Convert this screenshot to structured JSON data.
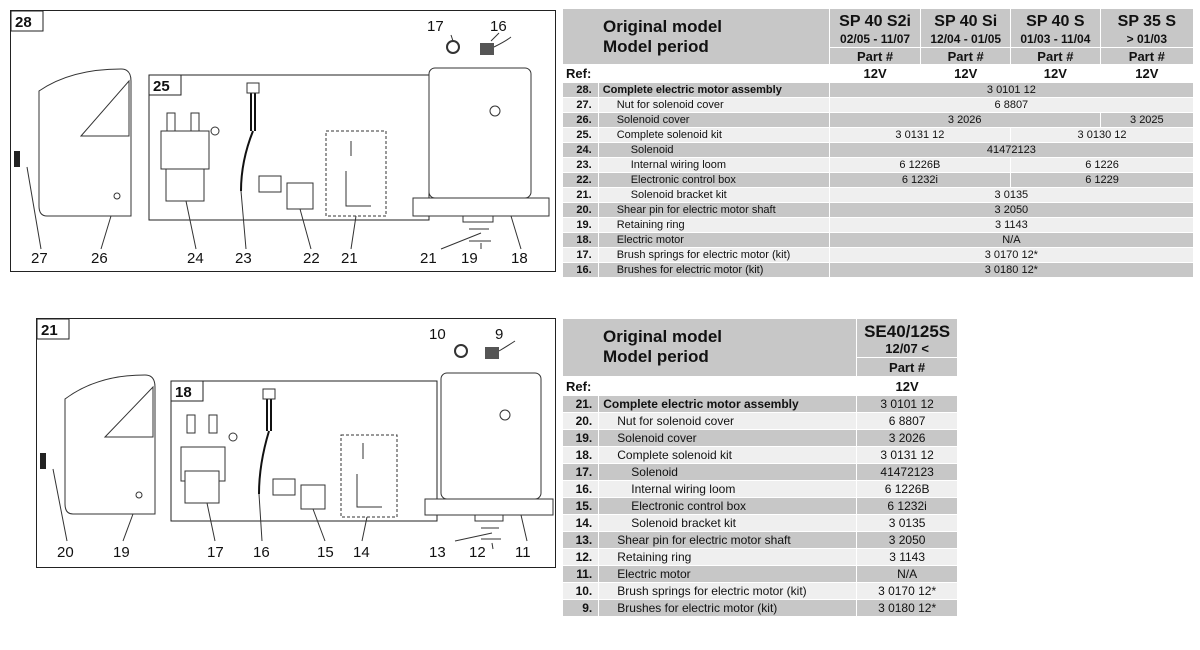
{
  "diagram1": {
    "box_label": "28",
    "inset_label": "25",
    "callouts": [
      "17",
      "16",
      "27",
      "26",
      "24",
      "23",
      "22",
      "21",
      "21",
      "19",
      "18"
    ]
  },
  "diagram2": {
    "box_label": "21",
    "inset_label": "18",
    "callouts": [
      "10",
      "9",
      "20",
      "19",
      "17",
      "16",
      "15",
      "14",
      "13",
      "12",
      "11"
    ]
  },
  "table1": {
    "header_line1": "Original model",
    "header_line2": "Model period",
    "ref_label": "Ref:",
    "models": [
      {
        "name": "SP 40 S2i",
        "period": "02/05 - 11/07",
        "part": "Part #",
        "voltage": "12V"
      },
      {
        "name": "SP 40 Si",
        "period": "12/04 - 01/05",
        "part": "Part #",
        "voltage": "12V"
      },
      {
        "name": "SP 40 S",
        "period": "01/03 - 11/04",
        "part": "Part #",
        "voltage": "12V"
      },
      {
        "name": "SP 35 S",
        "period": "> 01/03",
        "part": "Part #",
        "voltage": "12V"
      }
    ],
    "rows": [
      {
        "ref": "28.",
        "desc": "Complete electric motor assembly",
        "main": true,
        "indent": 0,
        "values": [
          {
            "text": "3 0101 12",
            "span": 4
          }
        ]
      },
      {
        "ref": "27.",
        "desc": "Nut for solenoid cover",
        "indent": 1,
        "values": [
          {
            "text": "6 8807",
            "span": 4
          }
        ]
      },
      {
        "ref": "26.",
        "desc": "Solenoid cover",
        "indent": 1,
        "values": [
          {
            "text": "3 2026",
            "span": 3
          },
          {
            "text": "3 2025",
            "span": 1
          }
        ]
      },
      {
        "ref": "25.",
        "desc": "Complete solenoid kit",
        "indent": 1,
        "values": [
          {
            "text": "3 0131 12",
            "span": 2
          },
          {
            "text": "3 0130 12",
            "span": 2
          }
        ]
      },
      {
        "ref": "24.",
        "desc": "Solenoid",
        "indent": 2,
        "values": [
          {
            "text": "41472123",
            "span": 4
          }
        ]
      },
      {
        "ref": "23.",
        "desc": "Internal wiring loom",
        "indent": 2,
        "values": [
          {
            "text": "6 1226B",
            "span": 2
          },
          {
            "text": "6 1226",
            "span": 2
          }
        ]
      },
      {
        "ref": "22.",
        "desc": "Electronic control box",
        "indent": 2,
        "values": [
          {
            "text": "6 1232i",
            "span": 2
          },
          {
            "text": "6 1229",
            "span": 2
          }
        ]
      },
      {
        "ref": "21.",
        "desc": "Solenoid bracket kit",
        "indent": 2,
        "values": [
          {
            "text": "3 0135",
            "span": 4
          }
        ]
      },
      {
        "ref": "20.",
        "desc": "Shear pin for electric motor shaft",
        "indent": 1,
        "values": [
          {
            "text": "3 2050",
            "span": 4
          }
        ]
      },
      {
        "ref": "19.",
        "desc": "Retaining ring",
        "indent": 1,
        "values": [
          {
            "text": "3 1143",
            "span": 4
          }
        ]
      },
      {
        "ref": "18.",
        "desc": "Electric motor",
        "indent": 1,
        "values": [
          {
            "text": "N/A",
            "span": 4
          }
        ]
      },
      {
        "ref": "17.",
        "desc": "Brush springs for electric motor (kit)",
        "indent": 1,
        "values": [
          {
            "text": "3 0170 12*",
            "span": 4
          }
        ]
      },
      {
        "ref": "16.",
        "desc": "Brushes for electric motor (kit)",
        "indent": 1,
        "values": [
          {
            "text": "3 0180 12*",
            "span": 4
          }
        ]
      }
    ]
  },
  "table2": {
    "header_line1": "Original model",
    "header_line2": "Model period",
    "ref_label": "Ref:",
    "models": [
      {
        "name": "SE40/125S",
        "period": "12/07 <",
        "part": "Part #",
        "voltage": "12V"
      }
    ],
    "rows": [
      {
        "ref": "21.",
        "desc": "Complete electric motor assembly",
        "main": true,
        "indent": 0,
        "values": [
          {
            "text": "3 0101 12",
            "span": 1
          }
        ]
      },
      {
        "ref": "20.",
        "desc": "Nut for solenoid cover",
        "indent": 1,
        "values": [
          {
            "text": "6 8807",
            "span": 1
          }
        ]
      },
      {
        "ref": "19.",
        "desc": "Solenoid cover",
        "indent": 1,
        "values": [
          {
            "text": "3 2026",
            "span": 1
          }
        ]
      },
      {
        "ref": "18.",
        "desc": "Complete solenoid kit",
        "indent": 1,
        "values": [
          {
            "text": "3 0131 12",
            "span": 1
          }
        ]
      },
      {
        "ref": "17.",
        "desc": "Solenoid",
        "indent": 2,
        "values": [
          {
            "text": "41472123",
            "span": 1
          }
        ]
      },
      {
        "ref": "16.",
        "desc": "Internal wiring loom",
        "indent": 2,
        "values": [
          {
            "text": "6 1226B",
            "span": 1
          }
        ]
      },
      {
        "ref": "15.",
        "desc": "Electronic control box",
        "indent": 2,
        "values": [
          {
            "text": "6 1232i",
            "span": 1
          }
        ]
      },
      {
        "ref": "14.",
        "desc": "Solenoid bracket kit",
        "indent": 2,
        "values": [
          {
            "text": "3 0135",
            "span": 1
          }
        ]
      },
      {
        "ref": "13.",
        "desc": "Shear pin for electric motor shaft",
        "indent": 1,
        "values": [
          {
            "text": "3 2050",
            "span": 1
          }
        ]
      },
      {
        "ref": "12.",
        "desc": "Retaining ring",
        "indent": 1,
        "values": [
          {
            "text": "3 1143",
            "span": 1
          }
        ]
      },
      {
        "ref": "11.",
        "desc": "Electric motor",
        "indent": 1,
        "values": [
          {
            "text": "N/A",
            "span": 1
          }
        ]
      },
      {
        "ref": "10.",
        "desc": "Brush springs for electric motor (kit)",
        "indent": 1,
        "values": [
          {
            "text": "3 0170 12*",
            "span": 1
          }
        ]
      },
      {
        "ref": "9.",
        "desc": "Brushes for electric motor (kit)",
        "indent": 1,
        "values": [
          {
            "text": "3 0180 12*",
            "span": 1
          }
        ]
      }
    ]
  }
}
